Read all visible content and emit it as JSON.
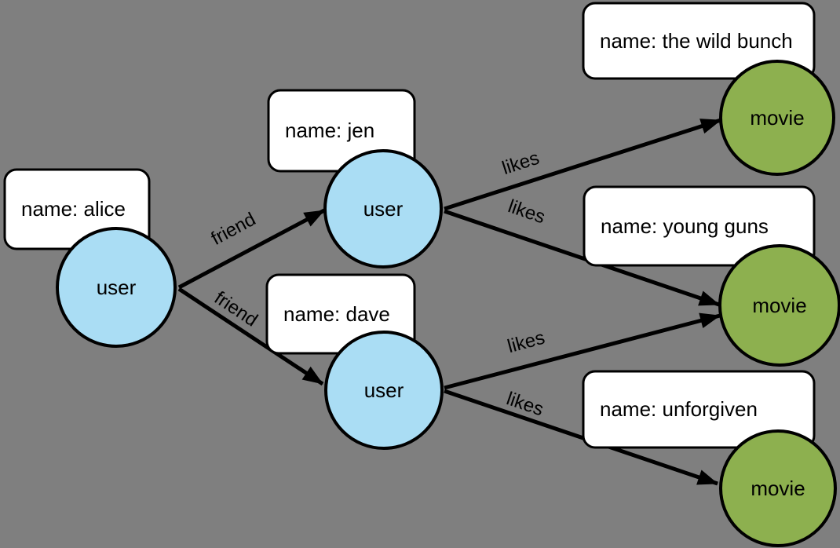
{
  "colors": {
    "background": "#7F7F7F",
    "user_node_fill": "#AADDF4",
    "movie_node_fill": "#8DB04F",
    "node_border": "#000000",
    "property_box_fill": "#FFFFFF",
    "property_box_border": "#000000",
    "edge_color": "#000000"
  },
  "nodes": {
    "alice": {
      "label": "user",
      "property": "name: alice"
    },
    "jen": {
      "label": "user",
      "property": "name: jen"
    },
    "dave": {
      "label": "user",
      "property": "name: dave"
    },
    "wild_bunch": {
      "label": "movie",
      "property": "name: the wild bunch"
    },
    "young_guns": {
      "label": "movie",
      "property": "name: young guns"
    },
    "unforgiven": {
      "label": "movie",
      "property": "name: unforgiven"
    }
  },
  "relationships": [
    {
      "from": "alice",
      "to": "jen",
      "type": "friend"
    },
    {
      "from": "alice",
      "to": "dave",
      "type": "friend"
    },
    {
      "from": "jen",
      "to": "the wild bunch",
      "type": "likes"
    },
    {
      "from": "jen",
      "to": "young guns",
      "type": "likes"
    },
    {
      "from": "dave",
      "to": "young guns",
      "type": "likes"
    },
    {
      "from": "dave",
      "to": "unforgiven",
      "type": "likes"
    }
  ]
}
